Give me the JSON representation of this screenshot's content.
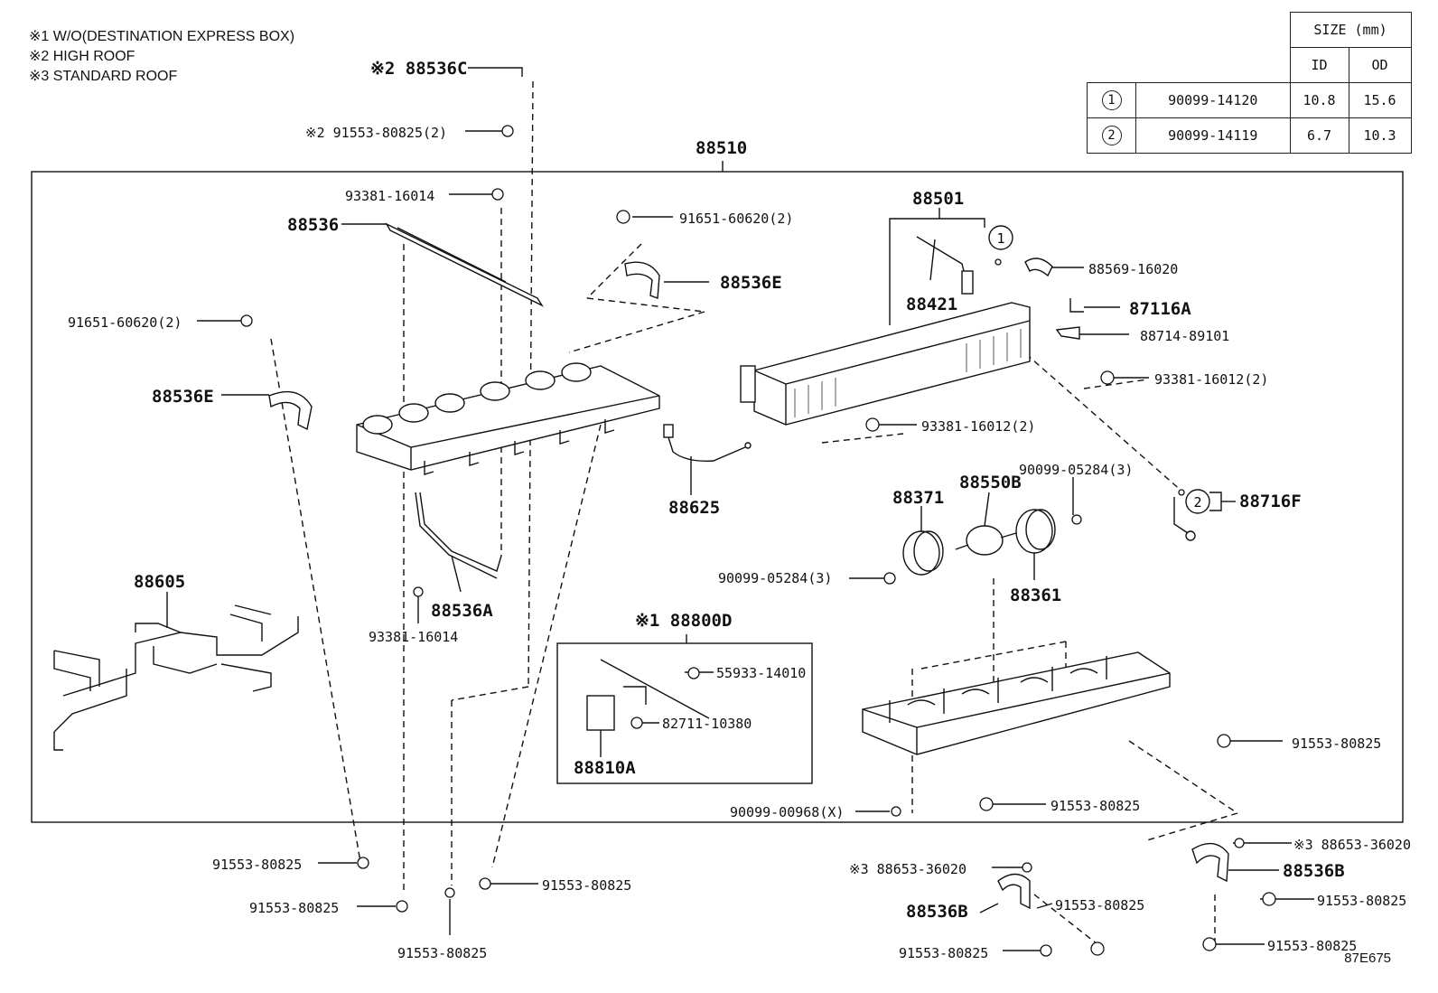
{
  "notes": [
    "※1 W/O(DESTINATION EXPRESS BOX)",
    "※2 HIGH ROOF",
    "※3 STANDARD ROOF"
  ],
  "size_table": {
    "header": "SIZE (mm)",
    "col_id": "ID",
    "col_od": "OD",
    "rows": [
      {
        "mark": "1",
        "part": "90099-14120",
        "id": "10.8",
        "od": "15.6"
      },
      {
        "mark": "2",
        "part": "90099-14119",
        "id": "6.7",
        "od": "10.3"
      }
    ]
  },
  "figure_ref": "87E675",
  "labels": {
    "p88536C": "※2 88536C",
    "p91553_top": "※2 91553-80825(2)",
    "p88510": "88510",
    "p93381_16014_a": "93381-16014",
    "p88536": "88536",
    "p91651_a": "91651-60620(2)",
    "p88536E_a": "88536E",
    "p91651_b": "91651-60620(2)",
    "p88536E_b": "88536E",
    "p88501": "88501",
    "p88421": "88421",
    "p88569": "88569-16020",
    "p87116A": "87116A",
    "p88714": "88714-89101",
    "p93381_16012_a": "93381-16012(2)",
    "p93381_16012_b": "93381-16012(2)",
    "p88625": "88625",
    "p90099_05284_a": "90099-05284(3)",
    "p88371": "88371",
    "p88550B": "88550B",
    "p88716F": "88716F",
    "p90099_05284_b": "90099-05284(3)",
    "p88361": "88361",
    "p88605": "88605",
    "p88536A": "88536A",
    "p93381_16014_b": "93381-16014",
    "p88800D": "※1 88800D",
    "p55933": "55933-14010",
    "p82711": "82711-10380",
    "p88810A": "88810A",
    "p91553_r1": "91553-80825",
    "p90099_00968": "90099-00968(X)",
    "p91553_r2": "91553-80825",
    "p91553_b1": "91553-80825",
    "p91553_b2": "91553-80825",
    "p91553_b3": "91553-80825",
    "p91553_b4": "91553-80825",
    "p88653_a": "※3 88653-36020",
    "p88653_b": "※3 88653-36020",
    "p88536B_a": "88536B",
    "p88536B_b": "88536B",
    "p91553_b5": "91553-80825",
    "p91553_b6": "91553-80825",
    "p91553_b7": "91553-80825",
    "p91553_b8": "91553-80825",
    "mark1": "1",
    "mark2": "2"
  }
}
